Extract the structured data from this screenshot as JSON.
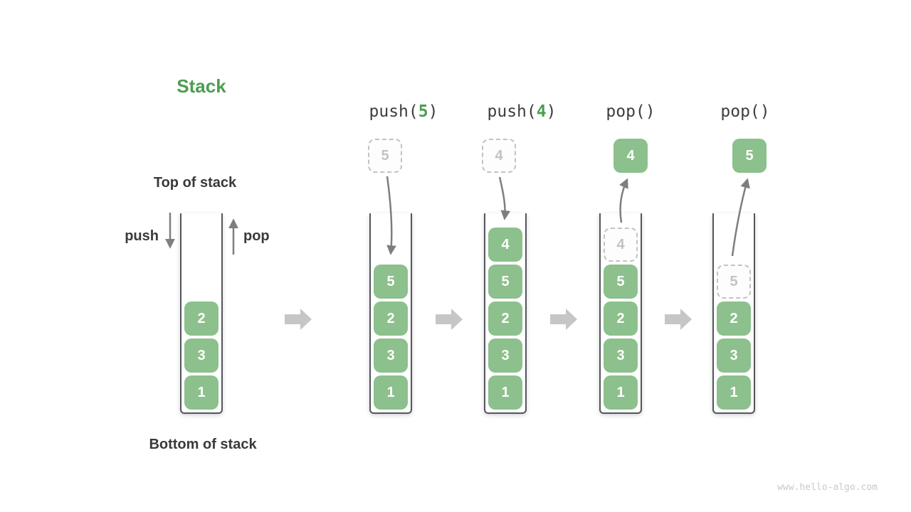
{
  "title": "Stack",
  "labels": {
    "top_of_stack": "Top of stack",
    "bottom_of_stack": "Bottom of stack",
    "push": "push",
    "pop": "pop"
  },
  "watermark": "www.hello-algo.com",
  "colors": {
    "title_green": "#4c9e50",
    "box_green": "#8cc08c",
    "box_number_white": "#ffffff",
    "label_dark": "#3a3a3a",
    "op_label_gray": "#3e3e3e",
    "flow_arrow_gray": "#c6c6c6",
    "motion_arrow_gray": "#7e7e7e",
    "ghost_border_gray": "#c3c3c3",
    "ghost_text_gray": "#c2c2c2",
    "container_border": "#53575c",
    "watermark_gray": "#c9c9c9"
  },
  "columns": [
    {
      "name": "initial-stack",
      "cells": [
        {
          "value": "2",
          "ghost": false
        },
        {
          "value": "3",
          "ghost": false
        },
        {
          "value": "1",
          "ghost": false
        }
      ]
    },
    {
      "name": "push-5",
      "op": {
        "prefix": "push(",
        "arg": "5",
        "suffix": ")"
      },
      "floating": {
        "value": "5",
        "style": "ghost"
      },
      "cells": [
        {
          "value": "5",
          "ghost": false
        },
        {
          "value": "2",
          "ghost": false
        },
        {
          "value": "3",
          "ghost": false
        },
        {
          "value": "1",
          "ghost": false
        }
      ]
    },
    {
      "name": "push-4",
      "op": {
        "prefix": "push(",
        "arg": "4",
        "suffix": ")"
      },
      "floating": {
        "value": "4",
        "style": "ghost"
      },
      "cells": [
        {
          "value": "4",
          "ghost": false
        },
        {
          "value": "5",
          "ghost": false
        },
        {
          "value": "2",
          "ghost": false
        },
        {
          "value": "3",
          "ghost": false
        },
        {
          "value": "1",
          "ghost": false
        }
      ]
    },
    {
      "name": "pop-4",
      "op": {
        "prefix": "pop(",
        "arg": "",
        "suffix": ")"
      },
      "floating": {
        "value": "4",
        "style": "solid"
      },
      "cells": [
        {
          "value": "4",
          "ghost": true
        },
        {
          "value": "5",
          "ghost": false
        },
        {
          "value": "2",
          "ghost": false
        },
        {
          "value": "3",
          "ghost": false
        },
        {
          "value": "1",
          "ghost": false
        }
      ]
    },
    {
      "name": "pop-5",
      "op": {
        "prefix": "pop(",
        "arg": "",
        "suffix": ")"
      },
      "floating": {
        "value": "5",
        "style": "solid"
      },
      "cells": [
        {
          "value": "5",
          "ghost": true
        },
        {
          "value": "2",
          "ghost": false
        },
        {
          "value": "3",
          "ghost": false
        },
        {
          "value": "1",
          "ghost": false
        }
      ]
    }
  ]
}
